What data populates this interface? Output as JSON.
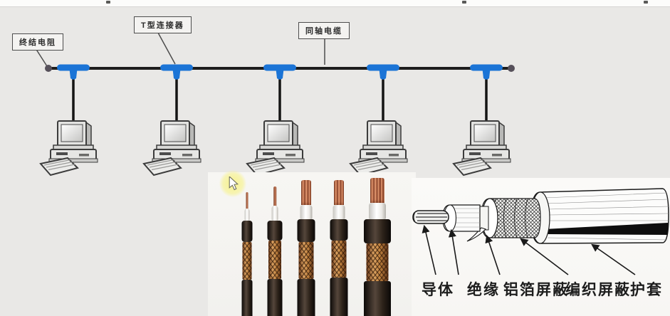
{
  "topology": {
    "labels": {
      "terminator": "终结电阻",
      "t_connector": "T型连接器",
      "coax": "同轴电缆"
    },
    "computer_count": 5,
    "colors": {
      "connector_blue": "#1b74d6",
      "bus_black": "#1d1d1d",
      "terminator_dot": "#56505a"
    }
  },
  "cable_photo": {
    "cable_count": 5
  },
  "cable_diagram": {
    "labels": [
      "导体",
      "绝缘",
      "铝箔屏蔽",
      "编织屏蔽",
      "护套"
    ]
  }
}
